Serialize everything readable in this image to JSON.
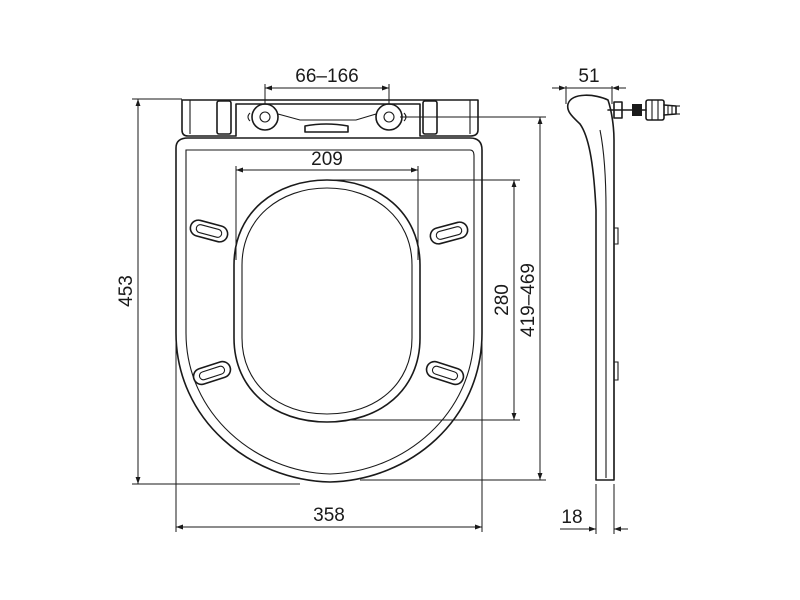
{
  "dimensions": {
    "hinge_spacing": "66–166",
    "inner_width": "209",
    "outer_length": "453",
    "inner_length": "280",
    "fixing_range": "419–469",
    "outer_width": "358",
    "side_depth": "51",
    "thickness": "18"
  }
}
